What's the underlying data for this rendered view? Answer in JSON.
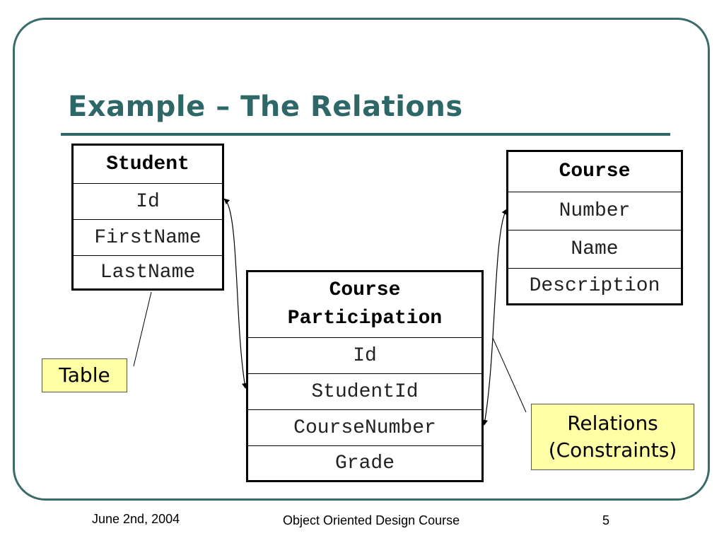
{
  "slide": {
    "title": "Example – The Relations"
  },
  "tables": {
    "student": {
      "header": "Student",
      "rows": [
        "Id",
        "FirstName",
        "LastName"
      ]
    },
    "course": {
      "header": "Course",
      "rows": [
        "Number",
        "Name",
        "Description"
      ]
    },
    "participation": {
      "header": "Course\nParticipation",
      "rows": [
        "Id",
        "StudentId",
        "CourseNumber",
        "Grade"
      ]
    }
  },
  "callouts": {
    "table": "Table",
    "relations": "Relations\n(Constraints)"
  },
  "footer": {
    "date": "June 2nd, 2004",
    "course": "Object Oriented Design Course",
    "page": "5"
  },
  "colors": {
    "title": "#2e6767",
    "frame": "#3a6b6b",
    "callout_fill": "#ffffa6"
  }
}
